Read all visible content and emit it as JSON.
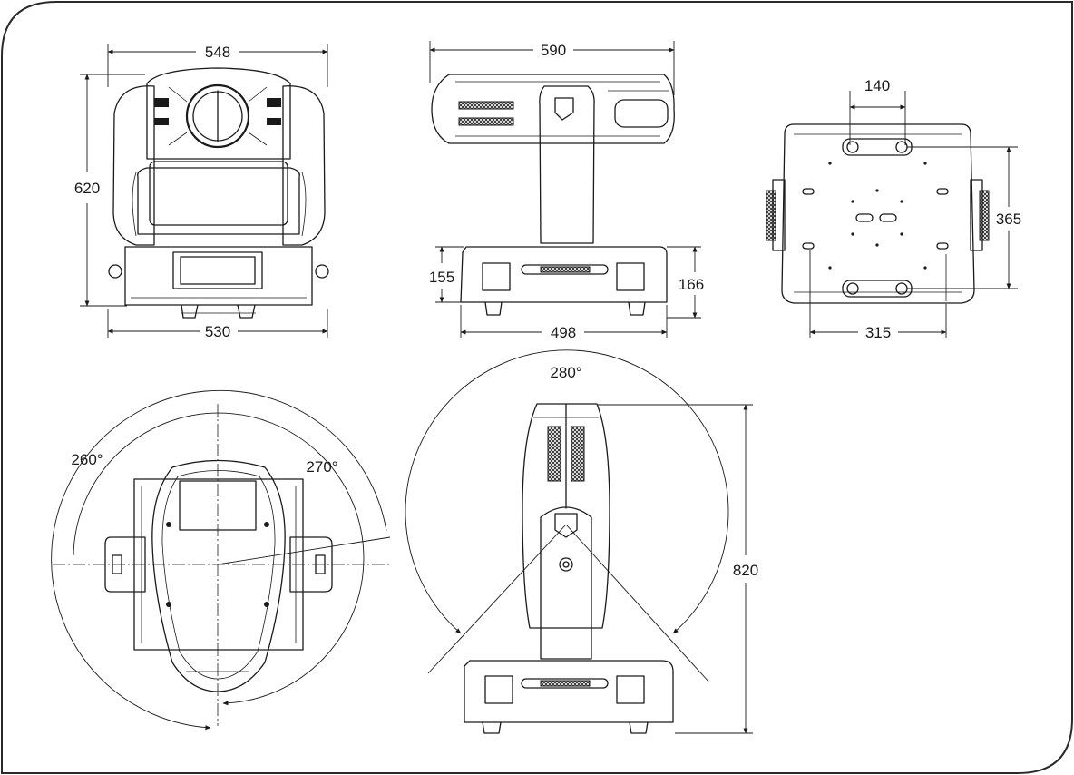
{
  "colors": {
    "background": "#ffffff",
    "line": "#1a1a1a",
    "frame": "#2a2a2a"
  },
  "views": {
    "front": {
      "width_top": "548",
      "height": "620",
      "width_bottom": "530"
    },
    "side": {
      "length": "590",
      "base_left_height": "155",
      "base_right_height": "166",
      "base_length": "498"
    },
    "bottom": {
      "mount_spacing": "140",
      "mount_span": "365",
      "base_width": "315"
    },
    "top": {
      "pan_angle_inner": "260°",
      "pan_angle_outer": "270°"
    },
    "tilt": {
      "tilt_angle": "280°",
      "total_height": "820"
    }
  }
}
